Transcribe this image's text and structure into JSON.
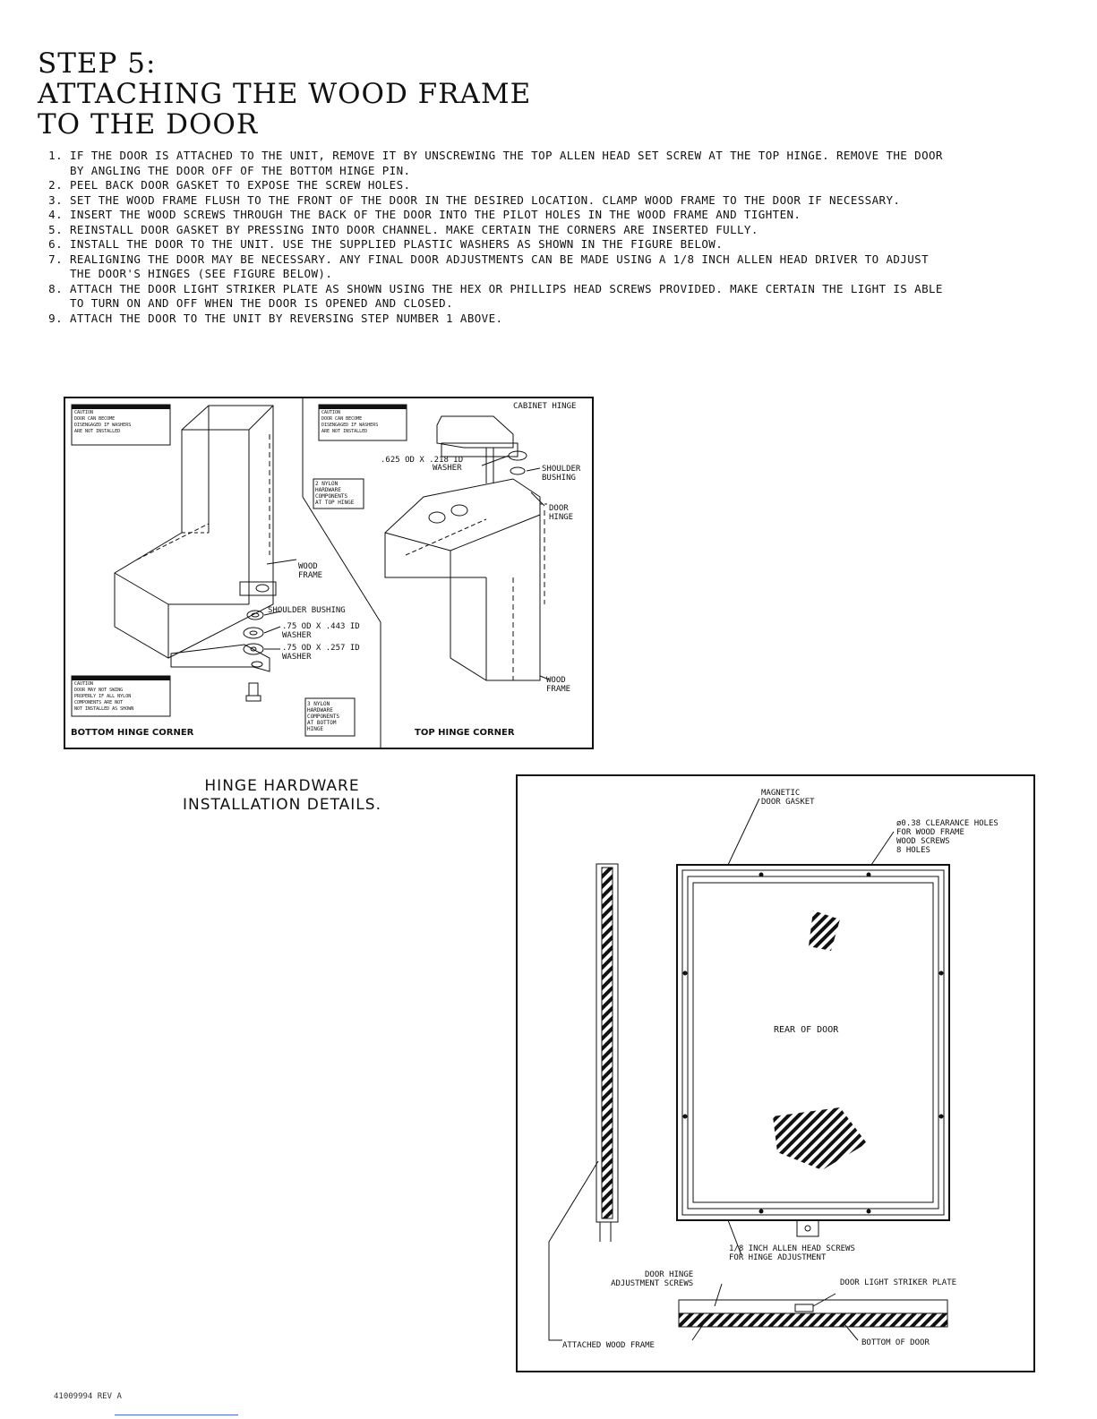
{
  "header": {
    "line1": "STEP 5:",
    "line2": "ATTACHING THE WOOD FRAME",
    "line3": "TO THE DOOR"
  },
  "steps": [
    {
      "num": "1.",
      "text": "IF THE DOOR IS ATTACHED TO THE UNIT, REMOVE IT BY UNSCREWING THE TOP ALLEN HEAD SET SCREW AT THE TOP HINGE. REMOVE THE DOOR BY ANGLING THE DOOR OFF OF THE BOTTOM HINGE PIN."
    },
    {
      "num": "2.",
      "text": "PEEL BACK DOOR GASKET TO EXPOSE THE SCREW HOLES."
    },
    {
      "num": "3.",
      "text": "SET THE WOOD FRAME FLUSH TO THE FRONT OF THE DOOR IN THE DESIRED LOCATION. CLAMP WOOD FRAME TO THE DOOR IF NECESSARY."
    },
    {
      "num": "4.",
      "text": "INSERT THE WOOD SCREWS THROUGH THE BACK OF THE DOOR INTO THE PILOT HOLES IN THE WOOD FRAME AND TIGHTEN."
    },
    {
      "num": "5.",
      "text": "REINSTALL DOOR GASKET BY PRESSING INTO DOOR CHANNEL. MAKE CERTAIN THE CORNERS ARE INSERTED FULLY."
    },
    {
      "num": "6.",
      "text": "INSTALL THE DOOR TO THE UNIT. USE THE SUPPLIED PLASTIC  WASHERS AS SHOWN IN THE FIGURE BELOW."
    },
    {
      "num": "7.",
      "text": "REALIGNING THE DOOR MAY BE NECESSARY. ANY FINAL DOOR ADJUSTMENTS CAN BE MADE USING A 1/8 INCH ALLEN HEAD DRIVER TO ADJUST THE DOOR'S HINGES (SEE FIGURE BELOW)."
    },
    {
      "num": "8.",
      "text": "ATTACH THE DOOR LIGHT STRIKER PLATE AS SHOWN USING THE HEX OR PHILLIPS HEAD SCREWS PROVIDED. MAKE CERTAIN THE LIGHT IS ABLE TO TURN ON AND OFF WHEN THE DOOR IS OPENED AND CLOSED."
    },
    {
      "num": "9.",
      "text": "ATTACH THE DOOR TO THE UNIT BY REVERSING STEP NUMBER 1 ABOVE."
    }
  ],
  "figure1": {
    "cabinet_hinge": "CABINET HINGE",
    "washer_top_1": ".625 OD X .218 ID",
    "washer_top_2": "WASHER",
    "shoulder_bushing_1": "SHOULDER",
    "shoulder_bushing_2": "BUSHING",
    "door_hinge_1": "DOOR",
    "door_hinge_2": "HINGE",
    "wood_frame_left_1": "WOOD",
    "wood_frame_left_2": "FRAME",
    "wood_frame_right_1": "WOOD",
    "wood_frame_right_2": "FRAME",
    "shoulder_bushing_bottom": "SHOULDER BUSHING",
    "washer_b1_1": ".75 OD X .443 ID",
    "washer_b1_2": "WASHER",
    "washer_b2_1": ".75 OD X .257 ID",
    "washer_b2_2": "WASHER",
    "nylon_top_1": "2 NYLON",
    "nylon_top_2": "HARDWARE",
    "nylon_top_3": "COMPONENTS",
    "nylon_top_4": "AT TOP HINGE",
    "nylon_bottom_1": "3 NYLON",
    "nylon_bottom_2": "HARDWARE",
    "nylon_bottom_3": "COMPONENTS",
    "nylon_bottom_4": "AT BOTTOM",
    "nylon_bottom_5": "HINGE",
    "caution_1": "CAUTION",
    "caution_1_text_1": "DOOR CAN BECOME",
    "caution_1_text_2": "DISENGAGED IF WASHERS",
    "caution_1_text_3": "ARE NOT INSTALLED",
    "caution_2": "CAUTION",
    "caution_2_text_1": "DOOR CAN BECOME",
    "caution_2_text_2": "DISENGAGED IF WASHERS",
    "caution_2_text_3": "ARE NOT INSTALLED",
    "caution_3": "CAUTION",
    "caution_3_text_1": "DOOR MAY NOT SWING",
    "caution_3_text_2": "PROPERLY IF ALL NYLON",
    "caution_3_text_3": "COMPONENTS ARE NOT",
    "caution_3_text_4": "NOT INSTALLED AS SHOWN",
    "bottom_caption": "BOTTOM HINGE CORNER",
    "top_caption": "TOP HINGE CORNER"
  },
  "caption": {
    "line1": "HINGE HARDWARE",
    "line2": "INSTALLATION DETAILS."
  },
  "figure2": {
    "magnetic_1": "MAGNETIC",
    "magnetic_2": "DOOR GASKET",
    "holes_1": "ø0.38 CLEARANCE HOLES",
    "holes_2": "FOR WOOD FRAME",
    "holes_3": "WOOD SCREWS",
    "holes_4": "8 HOLES",
    "rear": "REAR OF DOOR",
    "allen_1": "1/8 INCH ALLEN HEAD SCREWS",
    "allen_2": "FOR HINGE ADJUSTMENT",
    "adj_1": "DOOR HINGE",
    "adj_2": "ADJUSTMENT SCREWS",
    "striker": "DOOR LIGHT STRIKER PLATE",
    "attached": "ATTACHED WOOD FRAME",
    "bottom": "BOTTOM OF DOOR"
  },
  "footer": "41009994 REV A"
}
